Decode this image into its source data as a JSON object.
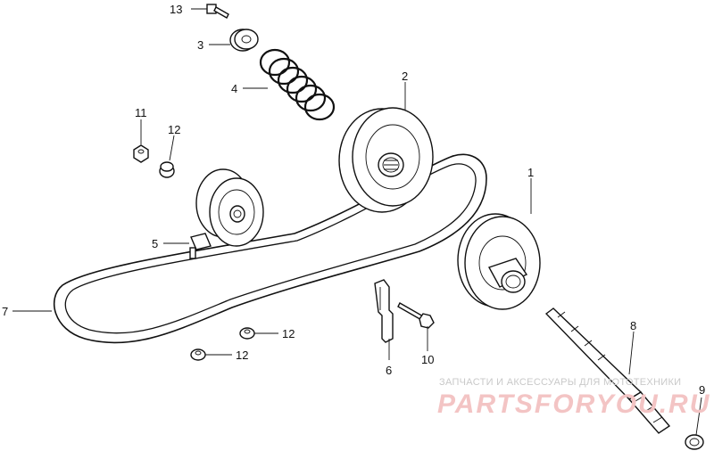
{
  "callouts": [
    "1",
    "2",
    "3",
    "4",
    "5",
    "6",
    "7",
    "8",
    "9",
    "10",
    "11",
    "12",
    "12",
    "12",
    "13"
  ],
  "watermark": {
    "tagline": "ЗАПЧАСТИ И АКСЕССУАРЫ ДЛЯ МОТОТЕХНИКИ",
    "brand": "PARTSFORYOU.RU"
  }
}
